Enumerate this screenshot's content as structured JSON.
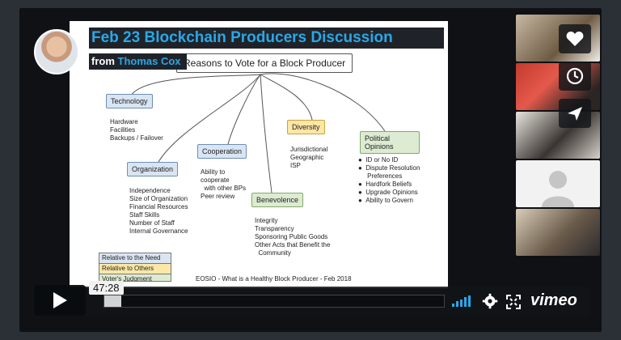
{
  "player": {
    "title": "Feb 23 Blockchain Producers Discussion",
    "from_label": "from",
    "from_name": "Thomas Cox",
    "timestamp": "47:28",
    "progress_fraction": 0.05,
    "logo": "vimeo"
  },
  "slide": {
    "root": "Reasons to Vote for a Block Producer",
    "nodes": {
      "technology": "Technology",
      "organization": "Organization",
      "cooperation": "Cooperation",
      "benevolence": "Benevolence",
      "diversity": "Diversity",
      "political": "Political Opinions"
    },
    "technology_items": [
      "Hardware",
      "Facilities",
      "Backups / Failover"
    ],
    "organization_items": [
      "Independence",
      "Size of Organization",
      "Financial Resources",
      "Staff Skills",
      "Number of Staff",
      "Internal Governance"
    ],
    "cooperation_items": [
      "Ability to",
      "cooperate",
      "  with other BPs",
      "Peer review"
    ],
    "benevolence_items": [
      "Integrity",
      "Transparency",
      "Sponsoring Public Goods",
      "Other Acts that Benefit the",
      "  Community"
    ],
    "diversity_items": [
      "Jurisdictional",
      "Geographic",
      "ISP"
    ],
    "political_items": [
      "ID or No ID",
      "Dispute Resolution",
      "  Preferences",
      "Hardfork Beliefs",
      "Upgrade Opinions",
      "Ability to Govern"
    ],
    "legend": [
      "Relative to the Need",
      "Relative to Others",
      "Voter's Judgment"
    ],
    "footer": "EOSIO - What is a Healthy Block Producer - Feb 2018"
  },
  "side_buttons": [
    "heart-icon",
    "clock-icon",
    "send-icon"
  ],
  "colors": {
    "accent": "#2aa7e8",
    "yellow_node": "#fbe7a6",
    "green_node": "#dcebd2",
    "blue_node": "#d9e5f3"
  }
}
